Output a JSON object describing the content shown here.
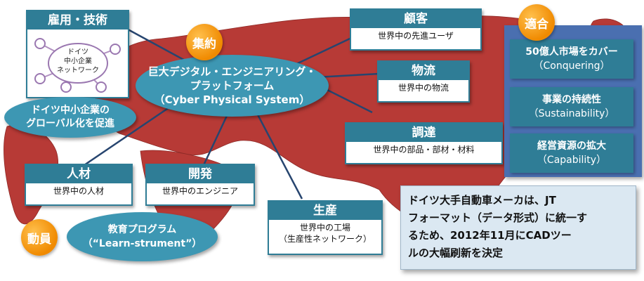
{
  "colors": {
    "teal": "#2f7d96",
    "ellipse": "#3d97b3",
    "orange": "#f08a00",
    "map": "#b73a36",
    "line": "#27456f"
  },
  "hub": {
    "badge": "集約",
    "line1": "巨大デジタル・エンジニアリング・",
    "line2": "プラットフォーム",
    "line3": "（Cyber Physical System）"
  },
  "koyou": {
    "title": "雇用・技術",
    "center_line1": "ドイツ",
    "center_line2": "中小企業",
    "center_line3": "ネットワーク"
  },
  "globalize": {
    "line1": "ドイツ中小企業の",
    "line2": "グローバル化を促進"
  },
  "kokyaku": {
    "title": "顧客",
    "body": "世界中の先進ユーザ"
  },
  "butsuryu": {
    "title": "物流",
    "body": "世界中の物流"
  },
  "chotatsu": {
    "title": "調達",
    "body": "世界中の部品・部材・材料"
  },
  "jinzai": {
    "title": "人材",
    "body": "世界中の人材"
  },
  "kaihatsu": {
    "title": "開発",
    "body": "世界中のエンジニア"
  },
  "seisan": {
    "title": "生産",
    "body_line1": "世界中の工場",
    "body_line2": "（生産性ネットワーク）"
  },
  "doin": {
    "badge": "動員",
    "line1": "教育プログラム",
    "line2": "（“Learn-strument”）"
  },
  "tekigou": {
    "badge": "適合",
    "items": [
      {
        "line1": "50億人市場をカバー",
        "line2": "（Conquering）"
      },
      {
        "line1": "事業の持続性",
        "line2": "（Sustainability）"
      },
      {
        "line1": "経営資源の拡大",
        "line2": "（Capability）"
      }
    ]
  },
  "note": {
    "line1": "ドイツ大手自動車メーカは、JT",
    "line2": "フォーマット（データ形式）に統一す",
    "line3": "るため、2012年11月にCADツー",
    "line4": "ルの大幅刷新を決定"
  }
}
